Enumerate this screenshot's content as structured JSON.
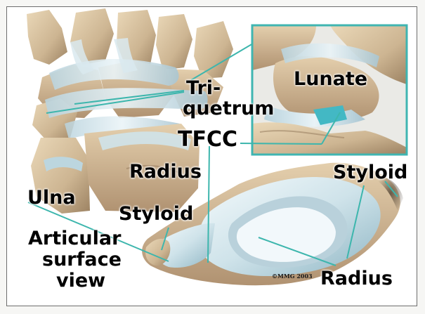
{
  "labels": {
    "tri": "Tri-",
    "quetrum": "quetrum",
    "lunate": "Lunate",
    "tfcc": "TFCC",
    "radius_top": "Radius",
    "ulna": "Ulna",
    "styloid_left": "Styloid",
    "styloid_right": "Styloid",
    "articular": "Articular",
    "surface": "surface",
    "view": "view",
    "radius_bottom": "Radius"
  },
  "copyright": "©MMG 2003",
  "colors": {
    "bone": "#d8c3a2",
    "bone_shadow": "#a88c6a",
    "cartilage": "#c8dde6",
    "cartilage_light": "#eef6fa",
    "leader_line": "#3db6ad",
    "inset_border": "#3fb5b1",
    "frame_border": "#6d6d6d"
  }
}
